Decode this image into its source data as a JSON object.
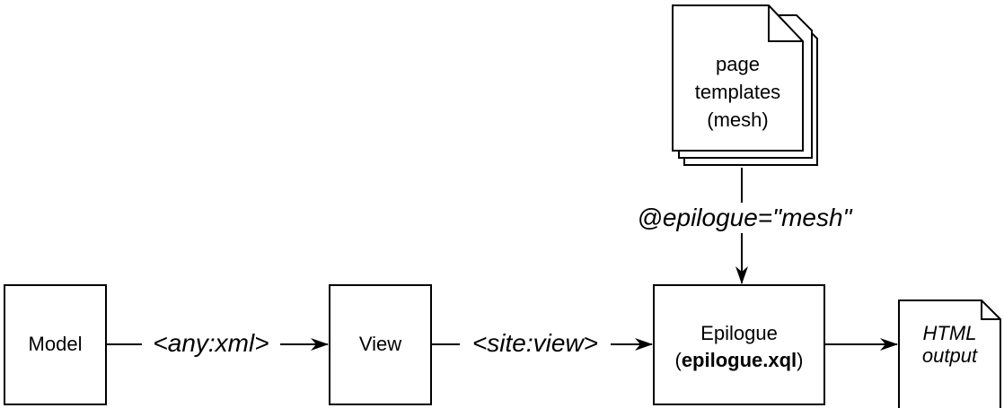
{
  "nodes": {
    "model": "Model",
    "view": "View",
    "epilogue_line1": "Epilogue",
    "epilogue_line2_open": "(",
    "epilogue_line2_bold": "epilogue.xql",
    "epilogue_line2_close": ")",
    "templates_line1": "page",
    "templates_line2": "templates",
    "templates_line3": "(mesh)",
    "output_line1": "HTML",
    "output_line2": "output"
  },
  "edges": {
    "model_to_view": "<any:xml>",
    "view_to_epilogue": "<site:view>",
    "templates_to_epilogue": "@epilogue=\"mesh\""
  }
}
